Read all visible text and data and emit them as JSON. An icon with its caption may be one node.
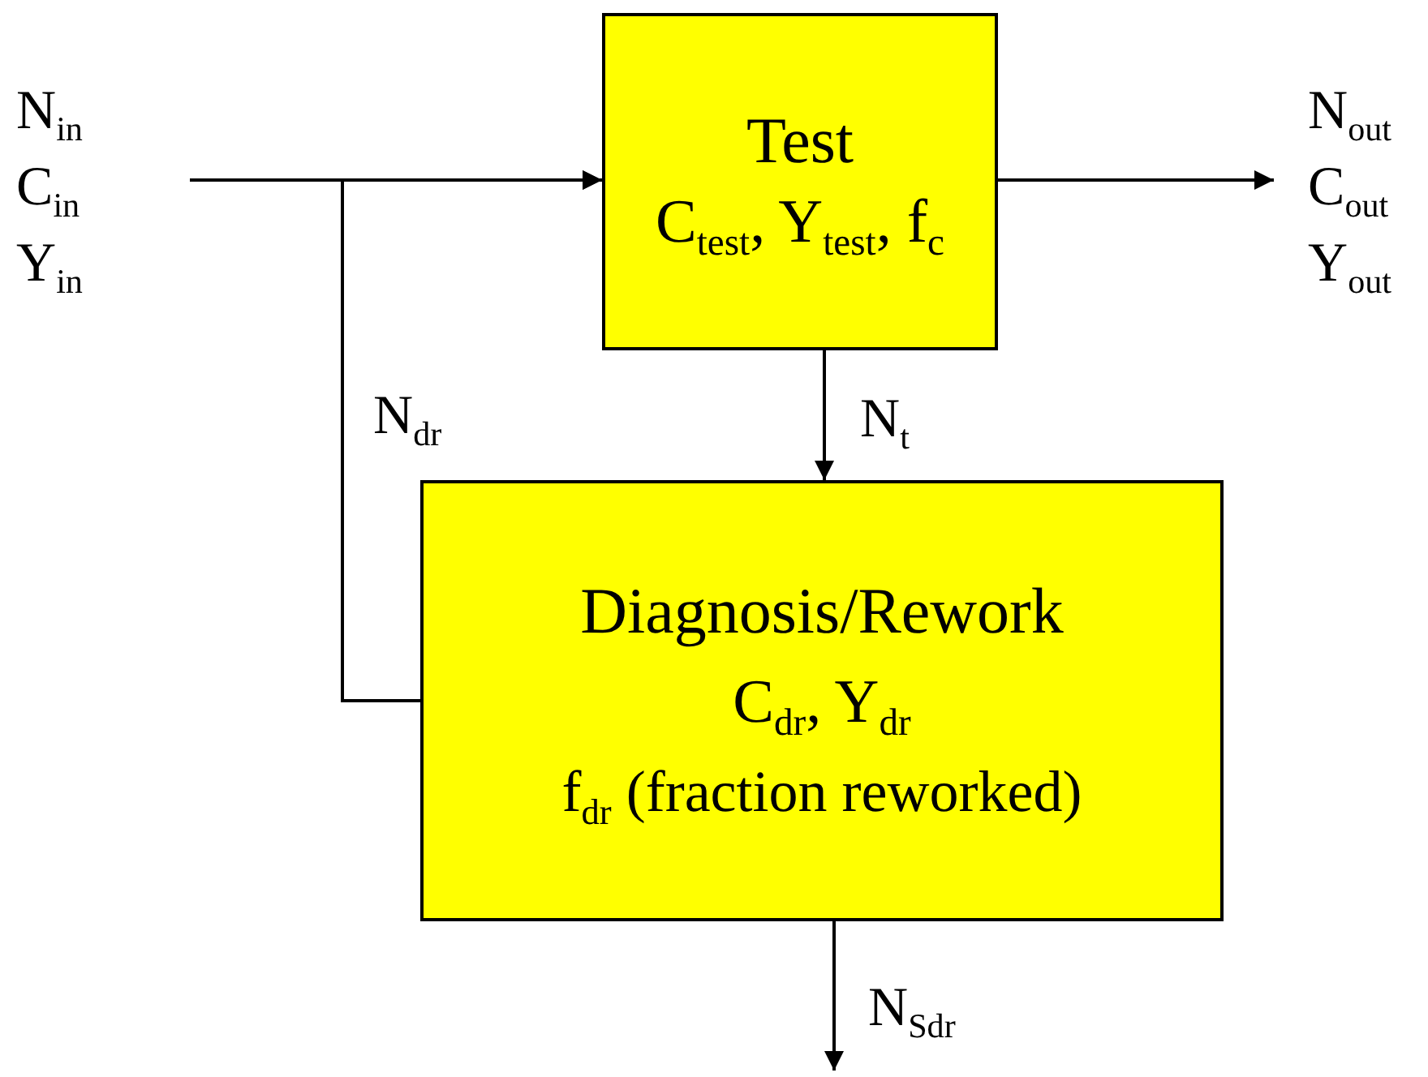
{
  "diagram": {
    "nodes": [
      {
        "text": [
          "N$_{in}$",
          "C$_{in}$",
          "Y$_{in}$"
        ]
      },
      {
        "text": [
          "Test",
          "C$_{test}$, Y$_{test}$, f$_{c}$"
        ]
      },
      {
        "text": [
          "N$_{out}$",
          "C$_{out}$",
          "Y$_{out}$"
        ]
      },
      {
        "text": [
          "Diagnosis/Rework",
          "C$_{dr}$, Y$_{dr}$",
          "f$_{dr}$ (fraction reworked)"
        ]
      }
    ],
    "edges": [
      {
        "from": 0,
        "to": 1,
        "arrow": "to"
      },
      {
        "from": 1,
        "to": 2,
        "arrow": "to"
      },
      {
        "from": 1,
        "to": 3,
        "arrow": "to",
        "label": "N$_{t}$"
      },
      {
        "from": 3,
        "to": 1,
        "arrow": "to",
        "label": "N$_{dr}$"
      },
      {
        "from": 3,
        "to": null,
        "arrow": "to",
        "label": "N$_{Sdr}$"
      }
    ]
  }
}
